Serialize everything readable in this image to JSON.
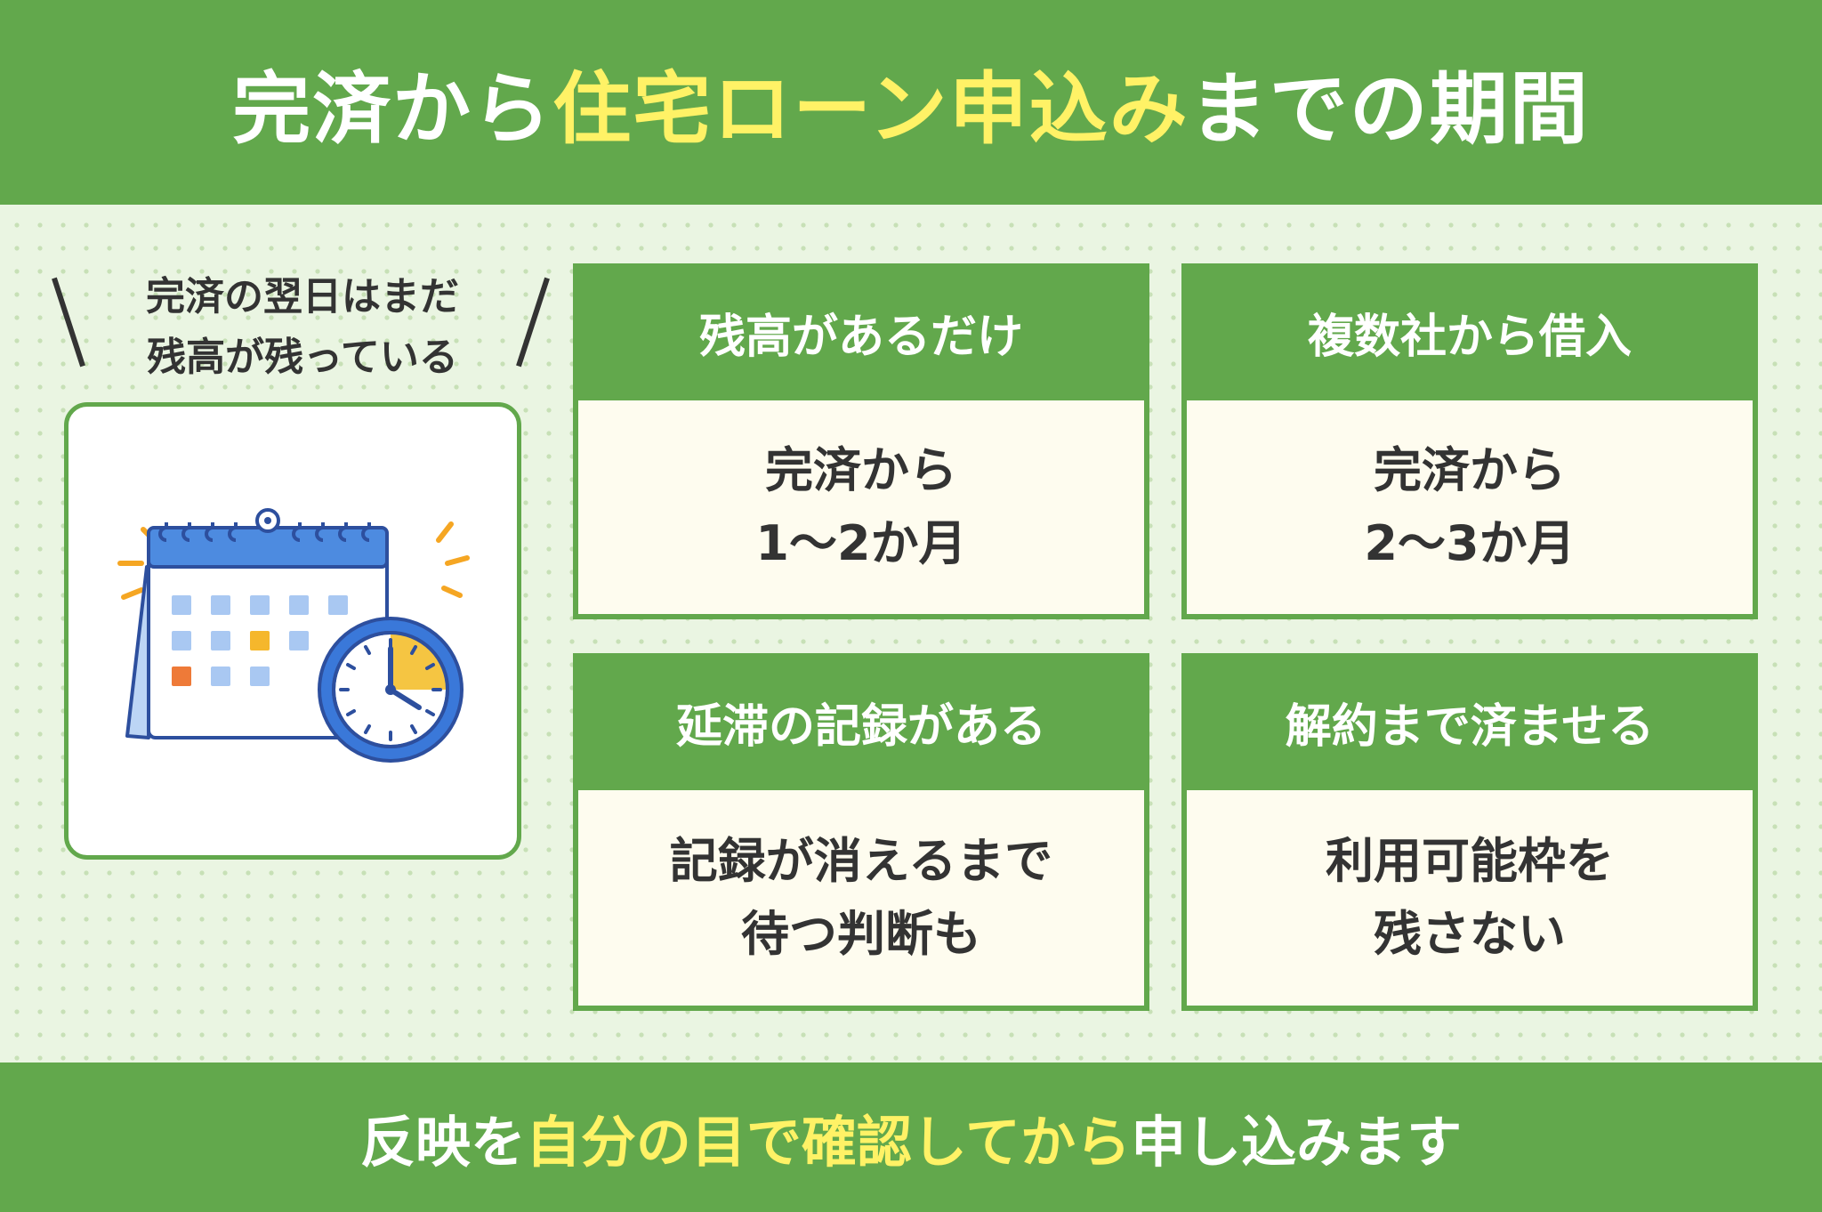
{
  "header": {
    "title_part1": "完済から",
    "title_highlight": "住宅ローン申込み",
    "title_part2": "までの期間"
  },
  "callout": {
    "line1": "完済の翌日はまだ",
    "line2": "残高が残っている"
  },
  "illustration": {
    "icons": [
      "calendar-icon",
      "clock-icon"
    ]
  },
  "cards": [
    {
      "title": "残高があるだけ",
      "line1": "完済から",
      "line2": "1〜2か月"
    },
    {
      "title": "複数社から借入",
      "line1": "完済から",
      "line2": "2〜3か月"
    },
    {
      "title": "延滞の記録がある",
      "line1": "記録が消えるまで",
      "line2": "待つ判断も"
    },
    {
      "title": "解約まで済ませる",
      "line1": "利用可能枠を",
      "line2": "残さない"
    }
  ],
  "footer": {
    "part1": "反映を",
    "highlight": "自分の目で確認してから",
    "part2": "申し込みます"
  },
  "colors": {
    "brand_green": "#62a84c",
    "highlight_yellow": "#fff266",
    "card_body": "#fefcef",
    "background": "#eaf5e2"
  }
}
